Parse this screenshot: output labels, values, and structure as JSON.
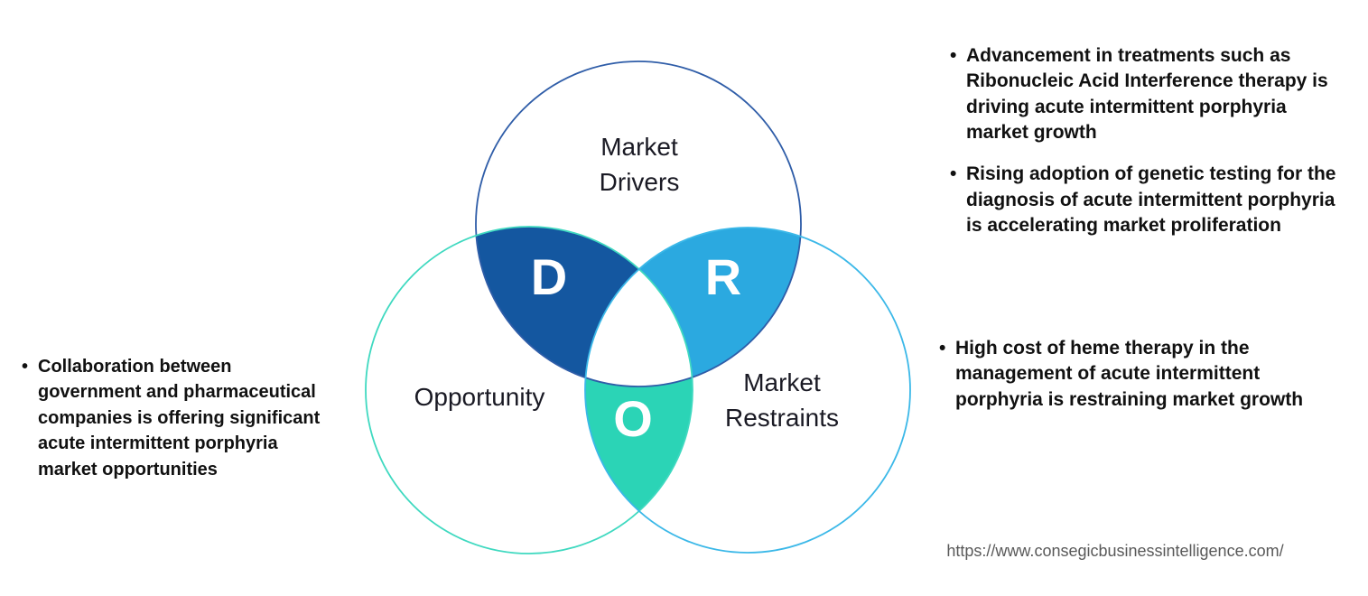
{
  "venn": {
    "drivers": {
      "label_line1": "Market",
      "label_line2": "Drivers",
      "letter": "D",
      "lens_fill": "#1457A0",
      "circle_stroke": "#2F5DA8"
    },
    "restraints": {
      "label_line1": "Market",
      "label_line2": "Restraints",
      "letter": "R",
      "lens_fill": "#2BA9E0",
      "circle_stroke": "#3BB8E8"
    },
    "opportunity": {
      "label_line1": "Opportunity",
      "letter": "O",
      "lens_fill": "#2BD4B6",
      "circle_stroke": "#3FD9C0"
    },
    "label_color": "#1A1A24",
    "letter_color": "#FFFFFF",
    "center_fill": "#FFFFFF"
  },
  "left_panel": {
    "items": [
      "Collaboration between government and pharmaceutical companies is offering significant acute intermittent porphyria market opportunities"
    ]
  },
  "right_panel_top": {
    "items": [
      "Advancement in treatments such as Ribonucleic Acid Interference therapy is driving acute intermittent porphyria market growth",
      "Rising adoption of genetic testing for the diagnosis of acute intermittent porphyria is accelerating market proliferation"
    ]
  },
  "right_panel_bottom": {
    "items": [
      "High cost of heme therapy in the management of acute intermittent porphyria is restraining market growth"
    ]
  },
  "bullet_glyph": "•",
  "footer": {
    "url": "https://www.consegicbusinessintelligence.com/"
  }
}
